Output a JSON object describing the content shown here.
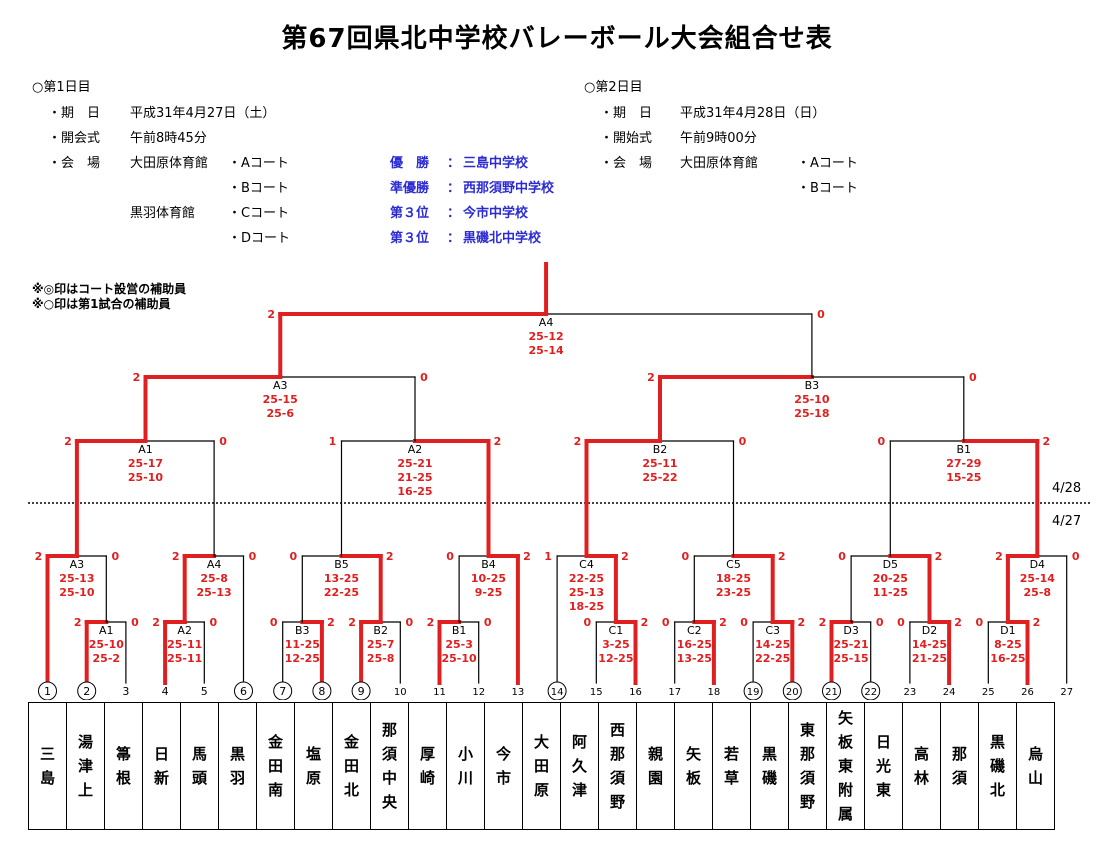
{
  "title": "第67回県北中学校バレーボール大会組合せ表",
  "day1": {
    "heading": "○第1日目",
    "date_label": "・期　日",
    "date": "平成31年4月27日（土）",
    "ceremony_label": "・開会式",
    "ceremony": "午前8時45分",
    "venue_label": "・会　場",
    "venue1": "大田原体育館",
    "court_a": "・Aコート",
    "court_b": "・Bコート",
    "venue2": "黒羽体育館",
    "court_c": "・Cコート",
    "court_d": "・Dコート"
  },
  "day2": {
    "heading": "○第2日目",
    "date_label": "・期　日",
    "date": "平成31年4月28日（日）",
    "start_label": "・開始式",
    "start": "午前9時00分",
    "venue_label": "・会　場",
    "venue1": "大田原体育館",
    "court_a": "・Aコート",
    "court_b": "・Bコート"
  },
  "results": [
    {
      "label": "優　勝",
      "sep": "：",
      "team": "三島中学校"
    },
    {
      "label": "準優勝",
      "sep": "：",
      "team": "西那須野中学校"
    },
    {
      "label": "第３位",
      "sep": "：",
      "team": "今市中学校"
    },
    {
      "label": "第３位",
      "sep": "：",
      "team": "黒磯北中学校"
    }
  ],
  "notes": [
    "※◎印はコート設営の補助員",
    "※○印は第1試合の補助員"
  ],
  "date_upper": "4/28",
  "date_lower": "4/27",
  "teams": [
    {
      "num": "1",
      "circ": true,
      "name": "三島"
    },
    {
      "num": "2",
      "circ": true,
      "name": "湯津上"
    },
    {
      "num": "3",
      "circ": false,
      "name": "箒根"
    },
    {
      "num": "4",
      "circ": false,
      "name": "日新"
    },
    {
      "num": "5",
      "circ": false,
      "name": "馬頭"
    },
    {
      "num": "6",
      "circ": true,
      "name": "黒羽"
    },
    {
      "num": "7",
      "circ": true,
      "name": "金田南"
    },
    {
      "num": "8",
      "circ": true,
      "name": "塩原"
    },
    {
      "num": "9",
      "circ": true,
      "name": "金田北"
    },
    {
      "num": "10",
      "circ": false,
      "name": "那須中央"
    },
    {
      "num": "11",
      "circ": false,
      "name": "厚崎"
    },
    {
      "num": "12",
      "circ": false,
      "name": "小川"
    },
    {
      "num": "13",
      "circ": false,
      "name": "今市"
    },
    {
      "num": "14",
      "circ": true,
      "name": "大田原"
    },
    {
      "num": "15",
      "circ": false,
      "name": "阿久津"
    },
    {
      "num": "16",
      "circ": false,
      "name": "西那須野"
    },
    {
      "num": "17",
      "circ": false,
      "name": "親園"
    },
    {
      "num": "18",
      "circ": false,
      "name": "矢板"
    },
    {
      "num": "19",
      "circ": true,
      "name": "若草"
    },
    {
      "num": "20",
      "circ": true,
      "name": "黒磯"
    },
    {
      "num": "21",
      "circ": true,
      "name": "東那須野"
    },
    {
      "num": "22",
      "circ": true,
      "name": "矢板東附属"
    },
    {
      "num": "23",
      "circ": false,
      "name": "日光東"
    },
    {
      "num": "24",
      "circ": false,
      "name": "高林"
    },
    {
      "num": "25",
      "circ": false,
      "name": "那須"
    },
    {
      "num": "26",
      "circ": false,
      "name": "黒磯北"
    },
    {
      "num": "27",
      "circ": false,
      "name": "烏山"
    }
  ],
  "matches": [
    {
      "code": "A1",
      "scores": [
        "25-10",
        "25-2"
      ],
      "left": "2",
      "right": "0",
      "a": 1,
      "b": 2,
      "win": "L",
      "lv": 1
    },
    {
      "code": "A2",
      "scores": [
        "25-11",
        "25-11"
      ],
      "left": "2",
      "right": "0",
      "a": 3,
      "b": 4,
      "win": "L",
      "lv": 1
    },
    {
      "code": "B3",
      "scores": [
        "11-25",
        "12-25"
      ],
      "left": "0",
      "right": "2",
      "a": 6,
      "b": 7,
      "win": "R",
      "lv": 1
    },
    {
      "code": "B2",
      "scores": [
        "25-7",
        "25-8"
      ],
      "left": "2",
      "right": "0",
      "a": 8,
      "b": 9,
      "win": "L",
      "lv": 1
    },
    {
      "code": "B1",
      "scores": [
        "25-3",
        "25-10"
      ],
      "left": "2",
      "right": "0",
      "a": 10,
      "b": 11,
      "win": "L",
      "lv": 1
    },
    {
      "code": "C1",
      "scores": [
        "3-25",
        "12-25"
      ],
      "left": "0",
      "right": "2",
      "a": 14,
      "b": 15,
      "win": "R",
      "lv": 1
    },
    {
      "code": "C2",
      "scores": [
        "16-25",
        "13-25"
      ],
      "left": "0",
      "right": "2",
      "a": 16,
      "b": 17,
      "win": "R",
      "lv": 1
    },
    {
      "code": "C3",
      "scores": [
        "14-25",
        "22-25"
      ],
      "left": "0",
      "right": "2",
      "a": 18,
      "b": 19,
      "win": "R",
      "lv": 1
    },
    {
      "code": "D3",
      "scores": [
        "25-21",
        "25-15"
      ],
      "left": "2",
      "right": "0",
      "a": 20,
      "b": 21,
      "win": "L",
      "lv": 1
    },
    {
      "code": "D2",
      "scores": [
        "14-25",
        "21-25"
      ],
      "left": "0",
      "right": "2",
      "a": 22,
      "b": 23,
      "win": "R",
      "lv": 1
    },
    {
      "code": "D1",
      "scores": [
        "8-25",
        "16-25"
      ],
      "left": "0",
      "right": "2",
      "a": 24,
      "b": 25,
      "win": "R",
      "lv": 1
    },
    {
      "code": "A3",
      "scores": [
        "25-13",
        "25-10"
      ],
      "left": "2",
      "right": "0",
      "a": 0,
      "b": "A1",
      "win": "L",
      "lv": 2
    },
    {
      "code": "A4",
      "scores": [
        "25-8",
        "25-13"
      ],
      "left": "2",
      "right": "0",
      "a": "A2",
      "b": 5,
      "win": "L",
      "lv": 2
    },
    {
      "code": "B5",
      "scores": [
        "13-25",
        "22-25"
      ],
      "left": "0",
      "right": "2",
      "a": "B3",
      "b": "B2",
      "win": "R",
      "lv": 2
    },
    {
      "code": "B4",
      "scores": [
        "10-25",
        "9-25"
      ],
      "left": "0",
      "right": "2",
      "a": "B1",
      "b": 12,
      "win": "R",
      "lv": 2
    },
    {
      "code": "C4",
      "scores": [
        "22-25",
        "25-13",
        "18-25"
      ],
      "left": "1",
      "right": "2",
      "a": 13,
      "b": "C1",
      "win": "R",
      "lv": 2
    },
    {
      "code": "C5",
      "scores": [
        "18-25",
        "23-25"
      ],
      "left": "0",
      "right": "2",
      "a": "C2",
      "b": "C3",
      "win": "R",
      "lv": 2
    },
    {
      "code": "D5",
      "scores": [
        "20-25",
        "11-25"
      ],
      "left": "0",
      "right": "2",
      "a": "D3",
      "b": "D2",
      "win": "R",
      "lv": 2
    },
    {
      "code": "D4",
      "scores": [
        "25-14",
        "25-8"
      ],
      "left": "2",
      "right": "0",
      "a": "D1",
      "b": 26,
      "win": "L",
      "lv": 2
    },
    {
      "code": "A1u",
      "label": "A1",
      "scores": [
        "25-17",
        "25-10"
      ],
      "left": "2",
      "right": "0",
      "a": "A3",
      "b": "A4",
      "win": "L",
      "lv": 3
    },
    {
      "code": "A2u",
      "label": "A2",
      "scores": [
        "25-21",
        "21-25",
        "16-25"
      ],
      "left": "1",
      "right": "2",
      "a": "B5",
      "b": "B4",
      "win": "R",
      "lv": 3
    },
    {
      "code": "B2u",
      "label": "B2",
      "scores": [
        "25-11",
        "25-22"
      ],
      "left": "2",
      "right": "0",
      "a": "C4",
      "b": "C5",
      "win": "L",
      "lv": 3
    },
    {
      "code": "B1u",
      "label": "B1",
      "scores": [
        "27-29",
        "15-25"
      ],
      "left": "0",
      "right": "2",
      "a": "D5",
      "b": "D4",
      "win": "R",
      "lv": 3
    },
    {
      "code": "A3u",
      "label": "A3",
      "scores": [
        "25-15",
        "25-6"
      ],
      "left": "2",
      "right": "0",
      "a": "A1u",
      "b": "A2u",
      "win": "L",
      "lv": 4
    },
    {
      "code": "B3u",
      "label": "B3",
      "scores": [
        "25-10",
        "25-18"
      ],
      "left": "2",
      "right": "0",
      "a": "B2u",
      "b": "B1u",
      "win": "L",
      "lv": 4
    },
    {
      "code": "A4u",
      "label": "A4",
      "scores": [
        "25-12",
        "25-14"
      ],
      "left": "2",
      "right": "0",
      "a": "A3u",
      "b": "B3u",
      "win": "L",
      "lv": 5
    }
  ]
}
